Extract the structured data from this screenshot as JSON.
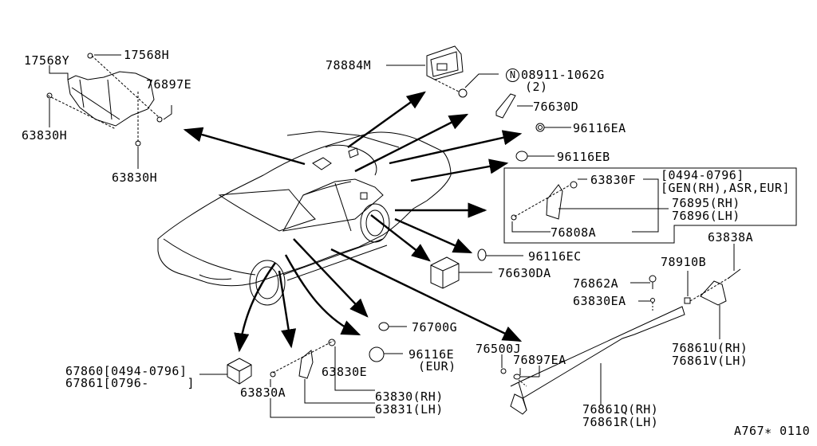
{
  "diagram": {
    "type": "parts-exploded-view",
    "code": "A767∗ 0110",
    "labels": {
      "p17568Y": "17568Y",
      "p17568H": "17568H",
      "p76897E": "76897E",
      "p63830H_a": "63830H",
      "p63830H_b": "63830H",
      "p78884M": "78884M",
      "p08911_circle": "N",
      "p08911": "08911-1062G",
      "p08911_qty": "(2)",
      "p76630D": "76630D",
      "p96116EA": "96116EA",
      "p96116EB": "96116EB",
      "p63830F": "63830F",
      "box_note1": "[0494-0796]",
      "box_note2": "[GEN(RH),ASR,EUR]",
      "p76895": "76895(RH)",
      "p76896": "76896(LH)",
      "p76808A": "76808A",
      "p63838A": "63838A",
      "p96116EC": "96116EC",
      "p76630DA": "76630DA",
      "p78910B": "78910B",
      "p76862A": "76862A",
      "p63830EA": "63830EA",
      "p76700G": "76700G",
      "p96116E": "96116E",
      "p96116E_note": "(EUR)",
      "p76500J": "76500J",
      "p76897EA": "76897EA",
      "p76861U": "76861U(RH)",
      "p76861V": "76861V(LH)",
      "p67860": "67860[0494-0796]",
      "p67861": "67861[0796-     ]",
      "p63830E": "63830E",
      "p63830A": "63830A",
      "p63830": "63830(RH)",
      "p63831": "63831(LH)",
      "p76861Q": "76861Q(RH)",
      "p76861R": "76861R(LH)"
    }
  }
}
